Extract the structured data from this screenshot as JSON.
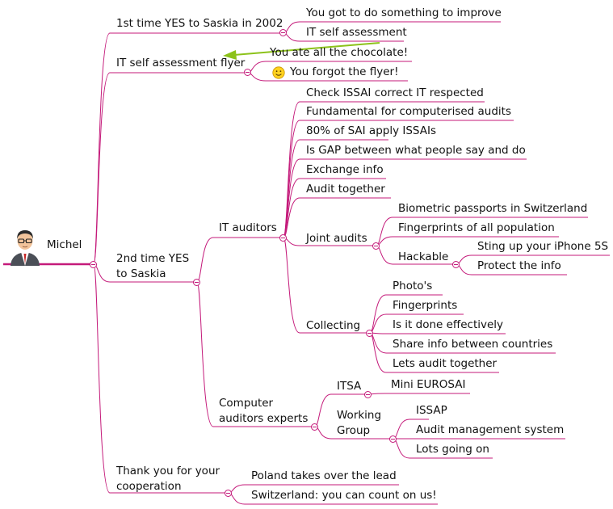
{
  "colors": {
    "branch": "#c41a7a",
    "relationship_arrow": "#8cc21a",
    "text": "#111111"
  },
  "icons": {
    "root": "businessman-avatar-icon",
    "forgot_flyer": "smiley-icon"
  },
  "root": {
    "label": "Michel"
  },
  "branches": {
    "first_yes": "1st time YES to Saskia in 2002",
    "improve": "You got to do something to improve",
    "it_self_assessment": "IT self assessment",
    "flyer": "IT self assessment flyer",
    "chocolate": "You ate all the chocolate!",
    "forgot_flyer": "You forgot the flyer!",
    "second_yes": "2nd time YES to Saskia",
    "it_auditors": "IT auditors",
    "issai_check": "Check ISSAI correct IT respected",
    "fundamental": "Fundamental for computerised audits",
    "apply_issais": "80% of SAI apply ISSAIs",
    "gap": "Is GAP between what people say and do",
    "exchange": "Exchange info",
    "audit_together": "Audit together",
    "joint_audits": "Joint audits",
    "biometric": "Biometric passports in Switzerland",
    "fingerprints_population": "Fingerprints of all population",
    "hackable": "Hackable",
    "sting": "Sting up your iPhone 5S",
    "protect": "Protect the info",
    "collecting": "Collecting",
    "photos": "Photo's",
    "fingerprints": "Fingerprints",
    "effectively": "Is it done effectively",
    "share": "Share info between countries",
    "lets_audit": "Lets audit together",
    "computer_auditors": "Computer auditors experts",
    "itsa": "ITSA",
    "mini_eurosai": "Mini EUROSAI",
    "working_group": "Working Group",
    "issap": "ISSAP",
    "audit_mgmt": "Audit management system",
    "lots_going": "Lots going on",
    "thank_you": "Thank you for your cooperation",
    "poland": "Poland takes over the lead",
    "switzerland": "Switzerland: you can count on us!"
  }
}
